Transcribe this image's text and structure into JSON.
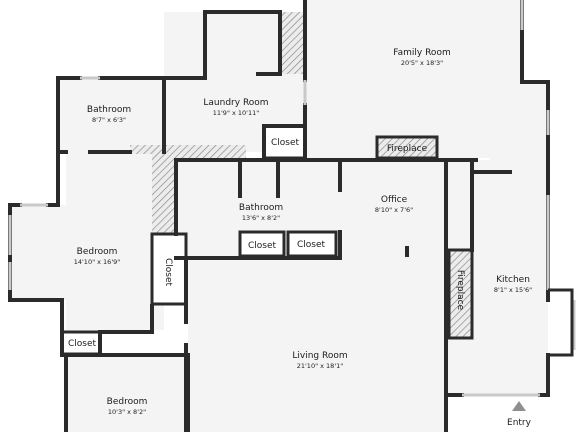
{
  "colors": {
    "wall": "#2b2b2b",
    "floor": "#f4f4f4",
    "hatch": "#8a8a8a",
    "window": "#c9c9c9",
    "arrow": "#8f8f8f"
  },
  "rooms": {
    "family_room": {
      "name": "Family Room",
      "dims": "20'5\" x 18'3\""
    },
    "bathroom_upper": {
      "name": "Bathroom",
      "dims": "8'7\" x 6'3\""
    },
    "laundry_room": {
      "name": "Laundry Room",
      "dims": "11'9\" x 10'11\""
    },
    "office": {
      "name": "Office",
      "dims": "8'10\" x 7'6\""
    },
    "bathroom_middle": {
      "name": "Bathroom",
      "dims": "13'6\" x 8'2\""
    },
    "bedroom_left": {
      "name": "Bedroom",
      "dims": "14'10\" x 16'9\""
    },
    "kitchen": {
      "name": "Kitchen",
      "dims": "8'1\" x 15'6\""
    },
    "living_room": {
      "name": "Living Room",
      "dims": "21'10\" x 18'1\""
    },
    "bedroom_lower": {
      "name": "Bedroom",
      "dims": "10'3\" x 8'2\""
    }
  },
  "labels": {
    "closet_laundry": "Closet",
    "fireplace_top": "Fireplace",
    "closet_bath_1": "Closet",
    "closet_bath_2": "Closet",
    "closet_vertical": "Closet",
    "closet_small": "Closet",
    "fireplace_vertical": "Fireplace",
    "entry": "Entry"
  }
}
